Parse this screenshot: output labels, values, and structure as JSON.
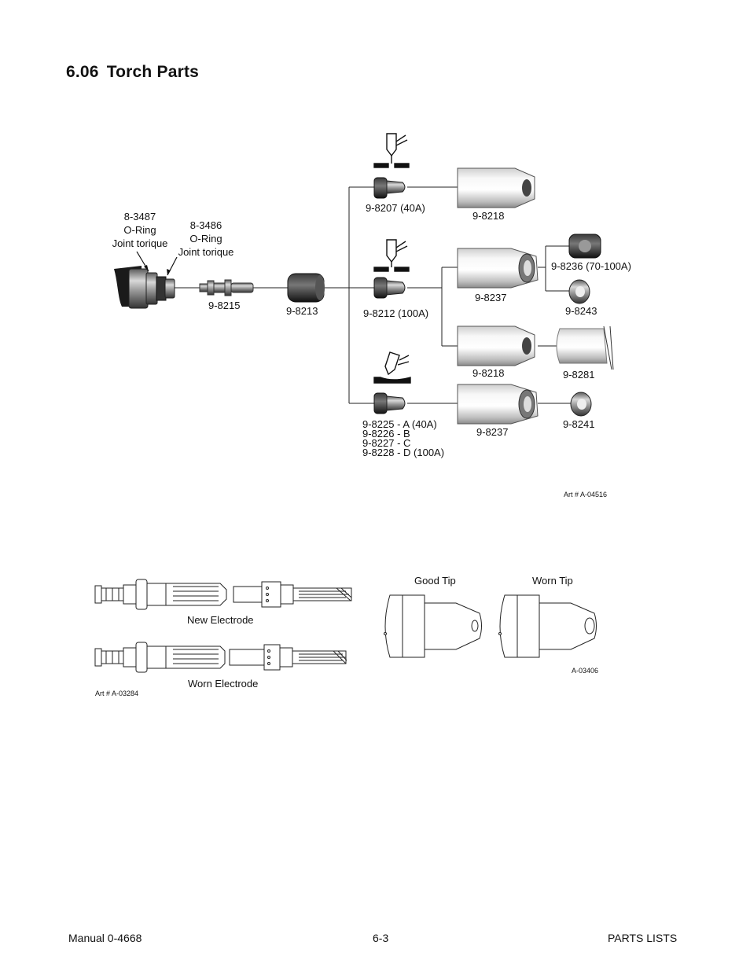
{
  "section": {
    "number": "6.06",
    "title": "Torch Parts"
  },
  "parts_diagram": {
    "oring_left": {
      "part": "8-3487",
      "name": "O-Ring",
      "desc": "Joint torique"
    },
    "oring_right": {
      "part": "8-3486",
      "name": "O-Ring",
      "desc": "Joint torique"
    },
    "labels": {
      "electrode": "9-8215",
      "swirl_ring": "9-8213",
      "tip_40a": "9-8207 (40A)",
      "shield_cup_top": "9-8218",
      "tip_100a": "9-8212 (100A)",
      "shield_cup_mid": "9-8237",
      "deflector_a": "9-8236 (70-100A)",
      "deflector_b": "9-8243",
      "shield_cup_lower": "9-8218",
      "drag_shield": "9-8281",
      "gouge_tip_line1": "9-8225 - A (40A)",
      "gouge_tip_line2": "9-8226 - B",
      "gouge_tip_line3": "9-8227 - C",
      "gouge_tip_line4": "9-8228 - D (100A)",
      "shield_cup_bottom": "9-8237",
      "gouge_deflector": "9-8241"
    },
    "art_number": "Art # A-04516"
  },
  "wear_diagram": {
    "new_electrode": "New Electrode",
    "worn_electrode": "Worn Electrode",
    "art_number_left": "Art # A-03284",
    "good_tip": "Good Tip",
    "worn_tip": "Worn Tip",
    "art_number_right": "A-03406"
  },
  "footer": {
    "manual": "Manual 0-4668",
    "page": "6-3",
    "section": "PARTS LISTS"
  }
}
